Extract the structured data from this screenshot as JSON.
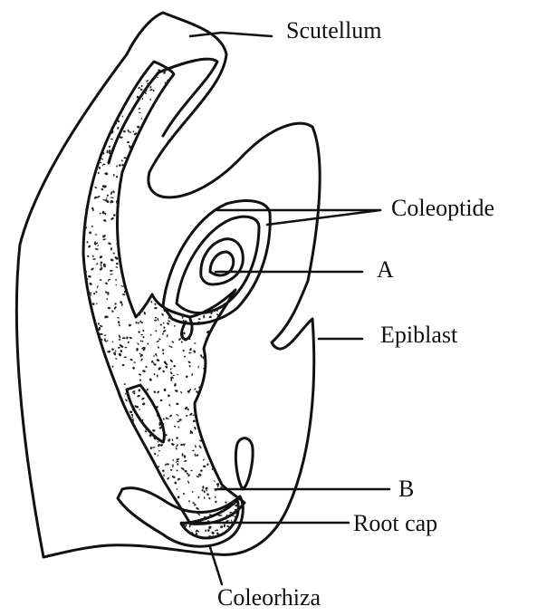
{
  "labels": {
    "scutellum": "Scutellum",
    "coleoptide": "Coleoptide",
    "a": "A",
    "epiblast": "Epiblast",
    "b": "B",
    "root_cap": "Root cap",
    "coleorhiza": "Coleorhiza"
  }
}
